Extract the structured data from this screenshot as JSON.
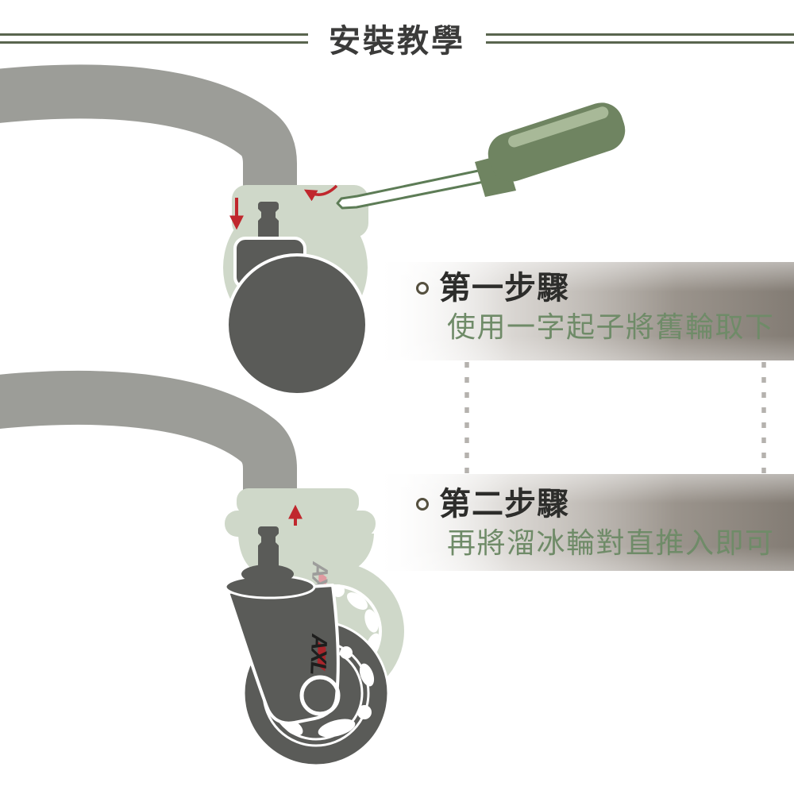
{
  "header": {
    "title": "安裝教學"
  },
  "steps": [
    {
      "heading": "第一步驟",
      "description": "使用一字起子將舊輪取下"
    },
    {
      "heading": "第二步驟",
      "description": "再將溜冰輪對直推入即可"
    }
  ],
  "brand": {
    "logo_text": "AXL"
  },
  "icons": [
    "screwdriver-icon",
    "arrow-down-icon",
    "arrow-rotate-icon",
    "arrow-up-icon",
    "step-bullet-icon",
    "dashed-connector"
  ],
  "colors": {
    "rule_green": "#59654e",
    "title_text": "#3b3b3a",
    "heading_text": "#2d2d2b",
    "step_green_text": "#6f8b68",
    "band_gray": "#837c74",
    "sage_green": "#cfd8c9",
    "leg_gray": "#9c9d98",
    "dark_gray": "#5a5b58",
    "arrow_red": "#c0272d",
    "screwdriver_green": "#6f8461",
    "ghost_logo_gray": "#9d9d9b",
    "logo_red": "#a9262c"
  }
}
